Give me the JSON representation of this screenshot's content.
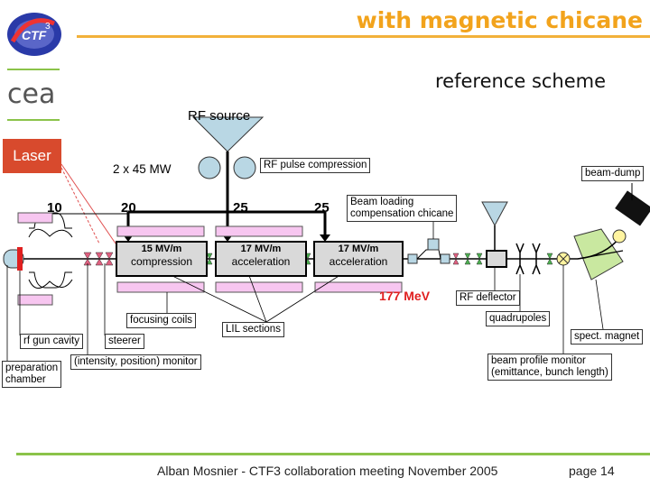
{
  "header": {
    "title": "with magnetic chicane",
    "subtitle": "reference scheme"
  },
  "sidebar": {
    "laser_label": "Laser"
  },
  "diagram": {
    "rf_source": "RF source",
    "klystron_power": "2 x 45 MW",
    "rf_pulse_compression": "RF pulse compression",
    "numbers": [
      "10",
      "20",
      "25",
      "25"
    ],
    "sections": [
      {
        "gradient": "15 MV/m",
        "name": "compression"
      },
      {
        "gradient": "17 MV/m",
        "name": "acceleration"
      },
      {
        "gradient": "17 MV/m",
        "name": "acceleration"
      }
    ],
    "energy": "177 MeV",
    "labels": {
      "beam_loading": "Beam loading",
      "compensation_chicane": "compensation chicane",
      "beam_dump": "beam-dump",
      "rf_deflector": "RF deflector",
      "quadrupoles": "quadrupoles",
      "spect_magnet": "spect. magnet",
      "beam_profile_monitor": "beam profile monitor",
      "emittance_bunch_length": "(emittance, bunch length)",
      "focusing_coils": "focusing coils",
      "lil_sections": "LIL sections",
      "rf_gun_cavity": "rf gun cavity",
      "steerer": "steerer",
      "intensity_monitor": "(intensity, position) monitor",
      "preparation": "preparation",
      "chamber": "chamber"
    }
  },
  "footer": {
    "text": "Alban Mosnier - CTF3 collaboration meeting November 2005",
    "page": "page 14"
  },
  "colors": {
    "title": "#f2a31c",
    "laser": "#d84a2d",
    "energy": "#e02020",
    "coil": "#f7c6f0",
    "triangle": "#b9d7e4",
    "spectrometer": "#c9e8a0",
    "footer_line": "#8bc34a"
  }
}
